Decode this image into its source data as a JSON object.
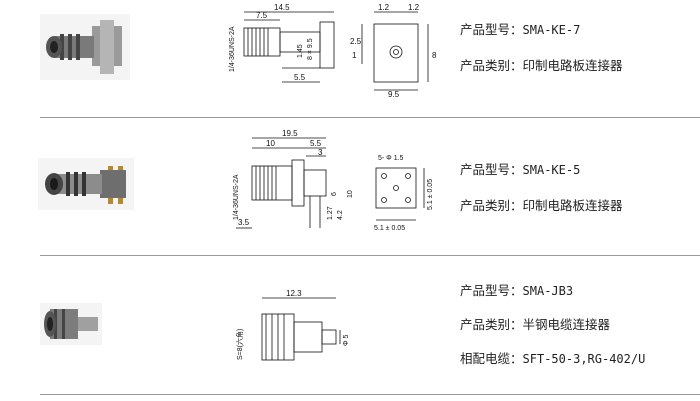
{
  "products": [
    {
      "model_label": "产品型号：",
      "model": "SMA-KE-7",
      "type_label": "产品类别：",
      "type": "印制电路板连接器",
      "dims": {
        "top_a": "14.5",
        "top_b": "7.5",
        "top_c": "1.2",
        "top_d": "1.2",
        "side": "1/4-36UNS-2A",
        "v1": "1.45",
        "v2": "8 × 9.5",
        "v3": "2.5",
        "v4": "1",
        "bot_a": "5.5",
        "bot_b": "9.5",
        "right": "8"
      }
    },
    {
      "model_label": "产品型号：",
      "model": "SMA-KE-5",
      "type_label": "产品类别：",
      "type": "印制电路板连接器",
      "dims": {
        "top_a": "19.5",
        "top_b": "10",
        "top_c": "5.5",
        "top_d": "3",
        "side": "1/4-36UNS-2A",
        "v1": "1.27",
        "v2": "4.2",
        "v3": "10",
        "v4": "6",
        "bot_a": "3.5",
        "bot_b": "5.1 ± 0.05",
        "holes": "5- Φ 1.5",
        "right": "5.1 ± 0.05"
      }
    },
    {
      "model_label": "产品型号：",
      "model": "SMA-JB3",
      "type_label": "产品类别：",
      "type": "半钢电缆连接器",
      "cable_label": "相配电缆：",
      "cable": "SFT-50-3,RG-402/U",
      "dims": {
        "top_a": "12.3",
        "side": "S=8(六角)",
        "right": "Φ 5"
      }
    }
  ],
  "colors": {
    "divider": "#9a9a9a",
    "metal": "#8c8c8c",
    "dark": "#2a2a2a",
    "gold": "#b08a3a"
  }
}
